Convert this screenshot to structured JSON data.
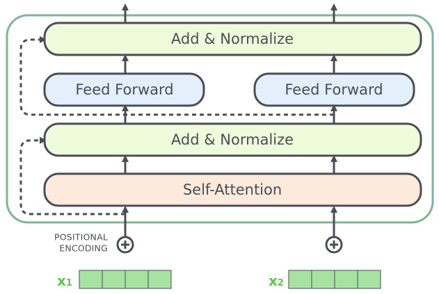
{
  "layers": {
    "add_normalize_top": "Add & Normalize",
    "feed_forward_1": "Feed Forward",
    "feed_forward_2": "Feed Forward",
    "add_normalize_bottom": "Add & Normalize",
    "self_attention": "Self-Attention"
  },
  "positional_encoding": {
    "line1": "POSITIONAL",
    "line2": "ENCODING"
  },
  "inputs": [
    {
      "letter": "x",
      "subscript": "1",
      "cells": 4
    },
    {
      "letter": "x",
      "subscript": "2",
      "cells": 4
    }
  ],
  "colors": {
    "encoder_border": "#7fb592",
    "add_normalize_fill": "#eefcdc",
    "feed_forward_fill": "#e3f0fb",
    "self_attention_fill": "#fcebdc",
    "box_stroke": "#4a4e54",
    "input_cell_fill": "#a6e3a0",
    "input_label": "#5cc84a"
  }
}
